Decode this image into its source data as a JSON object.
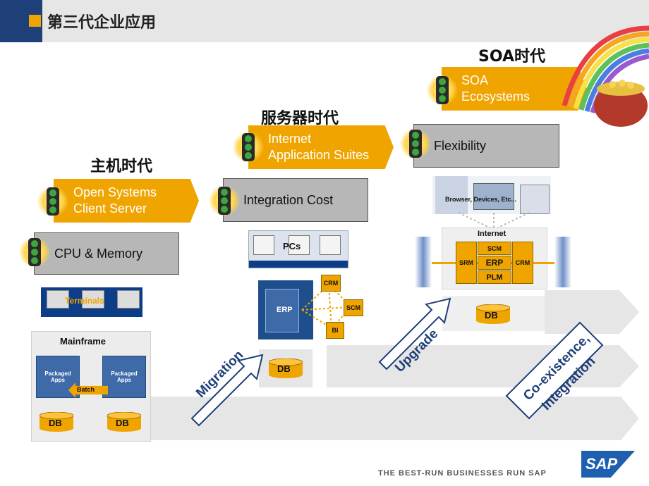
{
  "header": {
    "title": "第三代企业应用"
  },
  "eras": {
    "mainframe": "主机时代",
    "server": "服务器时代",
    "soa": "SOA时代"
  },
  "banners": {
    "open_systems": [
      "Open Systems",
      "Client Server"
    ],
    "cpu_memory": "CPU & Memory",
    "internet_suites": [
      "Internet",
      "Application Suites"
    ],
    "integration_cost": "Integration Cost",
    "soa_ecosystems": [
      "SOA",
      "Ecosystems"
    ],
    "flexibility": "Flexibility"
  },
  "mainframe": {
    "terminals": "Terminals",
    "title": "Mainframe",
    "packaged_apps_left": "Packaged Apps",
    "packaged_apps_right": "Packaged Apps",
    "batch": "Batch",
    "db_left": "DB",
    "db_right": "DB"
  },
  "server": {
    "pcs": "PCs",
    "erp": "ERP",
    "crm": "CRM",
    "scm": "SCM",
    "bi": "BI",
    "db": "DB"
  },
  "soa": {
    "devices": "Browser, Devices, Etc...",
    "internet": "Internet",
    "srm": "SRM",
    "scm": "SCM",
    "erp": "ERP",
    "plm": "PLM",
    "crm": "CRM",
    "db": "DB"
  },
  "arrows": {
    "migration": "Migration",
    "upgrade": "Upgrade",
    "coexistence": [
      "Co-existence,",
      "Integration"
    ]
  },
  "footer": {
    "tagline": "THE BEST-RUN BUSINESSES RUN SAP",
    "logo": "SAP"
  },
  "colors": {
    "accent_orange": "#f0a400",
    "navy": "#1f3f78",
    "grey_banner": "#b7b7b7"
  }
}
